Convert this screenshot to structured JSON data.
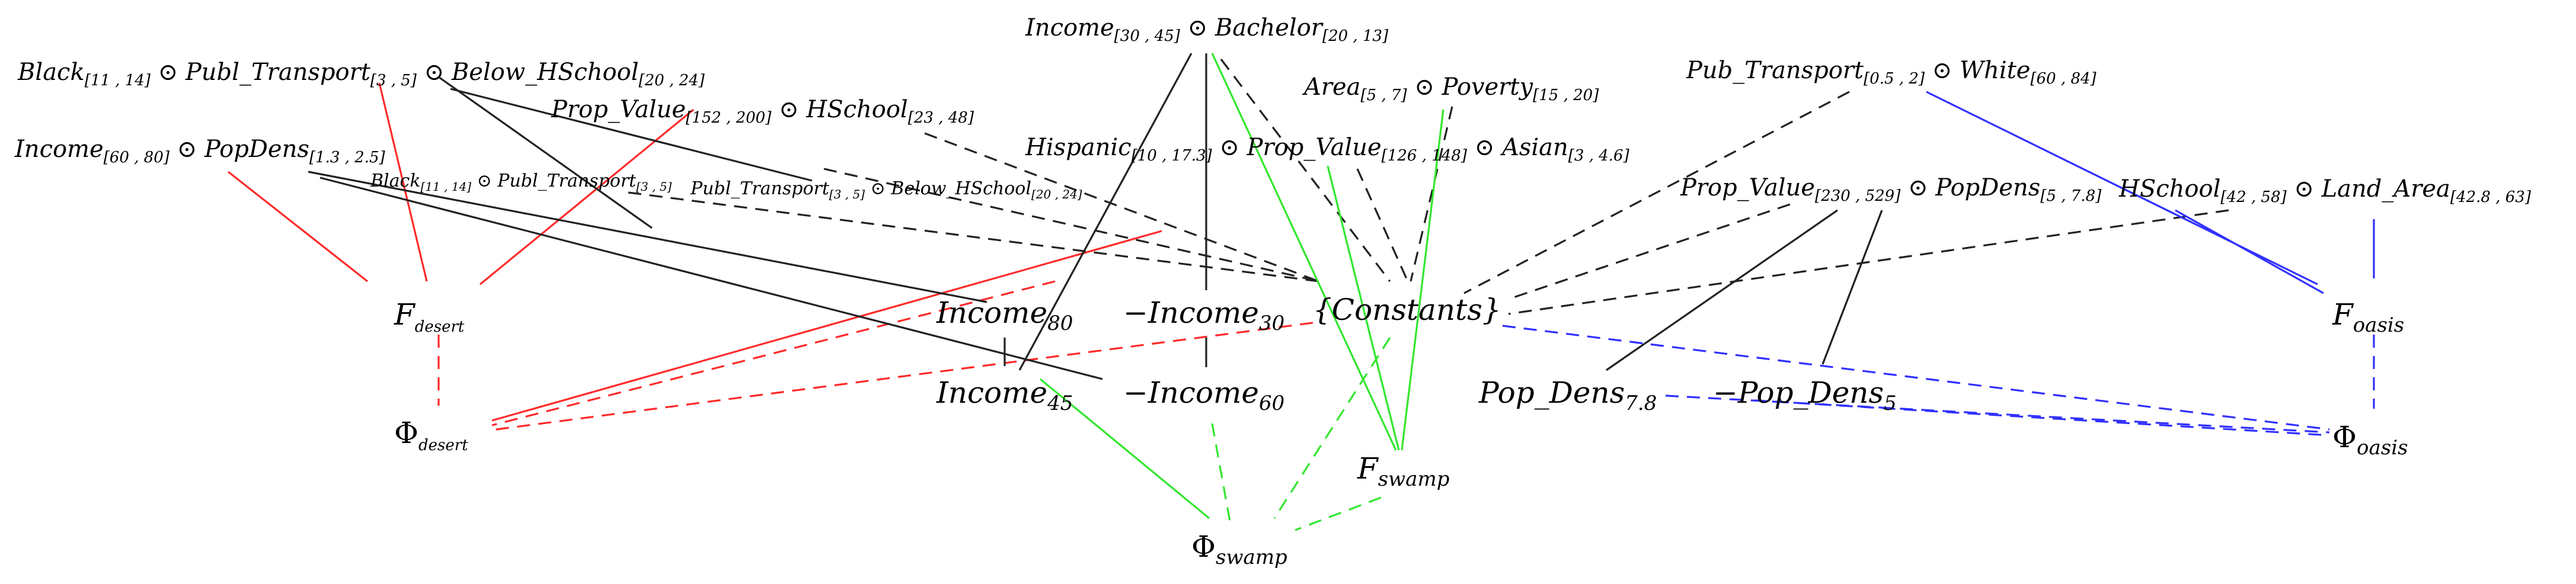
{
  "labels": {
    "black_pub_below": {
      "base": "Black",
      "sub1": "[11 , 14]",
      "mid1": " ⊙ Publ_Transport",
      "sub2": "[3 , 5]",
      "mid2": " ⊙ Below_HSchool",
      "sub3": "[20 , 24]"
    },
    "income_popdens": {
      "base": "Income",
      "sub1": "[60 , 80]",
      "mid1": " ⊙ PopDens",
      "sub2": "[1.3 , 2.5]"
    },
    "propvalue_hschool": {
      "base": "Prop_Value",
      "sub1": "[152 , 200]",
      "mid1": " ⊙ HSchool",
      "sub2": "[23 , 48]"
    },
    "black_publ_small": {
      "base": "Black",
      "sub1": "[11 , 14]",
      "mid1": " ⊙ Publ_Transport",
      "sub2": "[3 , 5]"
    },
    "publ_below_small": {
      "base": "Publ_Transport",
      "sub1": "[3 , 5]",
      "mid1": " ⊙ Below_HSchool",
      "sub2": "[20 , 24]"
    },
    "income_bachelor": {
      "base": "Income",
      "sub1": "[30 , 45]",
      "mid1": " ⊙ Bachelor",
      "sub2": "[20 , 13]"
    },
    "area_poverty": {
      "base": "Area",
      "sub1": "[5 , 7]",
      "mid1": " ⊙ Poverty",
      "sub2": "[15 , 20]"
    },
    "hisp_prop_asian": {
      "base": "Hispanic",
      "sub1": "[10 , 17.3]",
      "mid1": " ⊙ Prop_Value",
      "sub2": "[126 , 148]",
      "mid2": " ⊙ Asian",
      "sub3": "[3 , 4.6]"
    },
    "pubtransport_white": {
      "base": "Pub_Transport",
      "sub1": "[0.5 , 2]",
      "mid1": " ⊙ White",
      "sub2": "[60 , 84]"
    },
    "propvalue_popdens": {
      "base": "Prop_Value",
      "sub1": "[230 , 529]",
      "mid1": " ⊙ PopDens",
      "sub2": "[5 , 7.8]"
    },
    "hschool_landarea": {
      "base": "HSchool",
      "sub1": "[42 , 58]",
      "mid1": " ⊙ Land_Area",
      "sub2": "[42.8 , 63]"
    },
    "f_desert": {
      "base": "F",
      "sub": "desert"
    },
    "phi_desert": {
      "base": "Φ",
      "sub": "desert"
    },
    "income80": {
      "base": "Income",
      "sub": "80"
    },
    "income45": {
      "base": "Income",
      "sub": "45"
    },
    "neg_income30": {
      "base": "−Income",
      "sub": "30"
    },
    "neg_income60": {
      "base": "−Income",
      "sub": "60"
    },
    "constants": {
      "text": "{Constants}"
    },
    "f_swamp": {
      "base": "F",
      "sub": "swamp"
    },
    "phi_swamp": {
      "base": "Φ",
      "sub": "swamp"
    },
    "pop_dens78": {
      "base": "Pop_Dens",
      "sub": "7.8"
    },
    "neg_pop_dens5": {
      "base": "−Pop_Dens",
      "sub": "5"
    },
    "f_oasis": {
      "base": "F",
      "sub": "oasis"
    },
    "phi_oasis": {
      "base": "Φ",
      "sub": "oasis"
    }
  },
  "colors": {
    "black": "#222222",
    "red": "#ff2a2a",
    "green": "#33e62e",
    "blue": "#3030ff"
  }
}
